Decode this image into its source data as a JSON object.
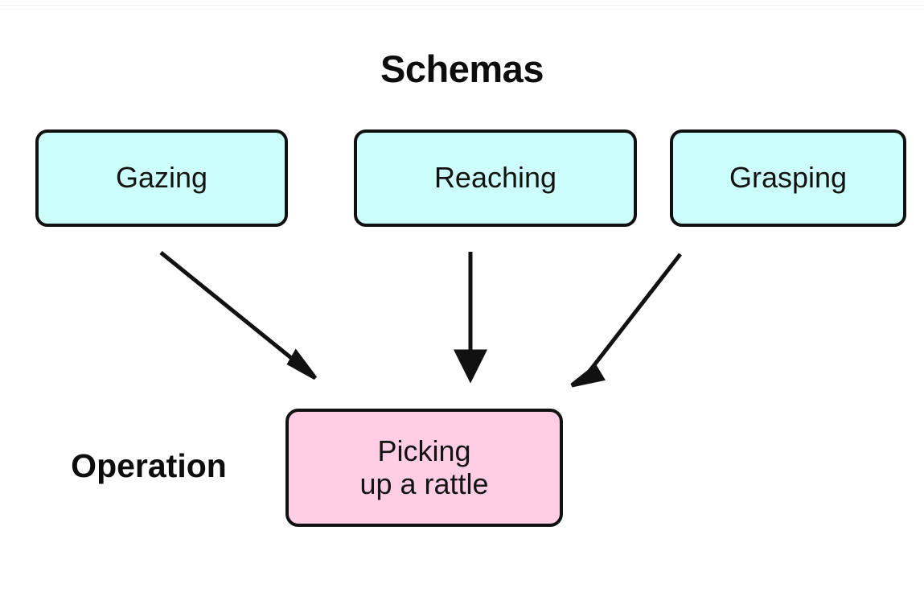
{
  "diagram": {
    "title": "Schemas",
    "row_label": "Operation",
    "background_color": "#ffffff",
    "schema_fill": "#ccfffb",
    "operation_fill": "#ffcee4",
    "stroke_color": "#111111",
    "schemas": [
      {
        "label": "Gazing"
      },
      {
        "label": "Reaching"
      },
      {
        "label": "Grasping"
      }
    ],
    "operation": {
      "line1": "Picking",
      "line2": "up a rattle"
    },
    "arrows": [
      {
        "from": "Gazing",
        "to": "Picking up a rattle",
        "direction": "down-right"
      },
      {
        "from": "Reaching",
        "to": "Picking up a rattle",
        "direction": "down"
      },
      {
        "from": "Grasping",
        "to": "Picking up a rattle",
        "direction": "down-left"
      }
    ]
  }
}
